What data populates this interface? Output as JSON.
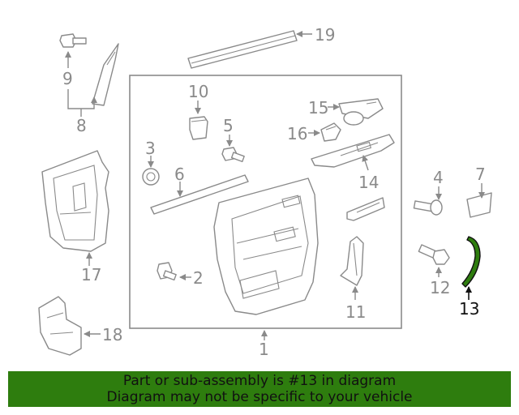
{
  "diagram": {
    "highlight_part": "13",
    "highlight_color": "#2e7d0e",
    "callouts": [
      "1",
      "2",
      "3",
      "4",
      "5",
      "6",
      "7",
      "8",
      "9",
      "10",
      "11",
      "12",
      "13",
      "14",
      "15",
      "16",
      "17",
      "18",
      "19"
    ]
  },
  "banner": {
    "line1": "Part or sub-assembly is #13 in diagram",
    "line2": "Diagram may not be specific to your vehicle",
    "background": "#2e7d0e"
  }
}
